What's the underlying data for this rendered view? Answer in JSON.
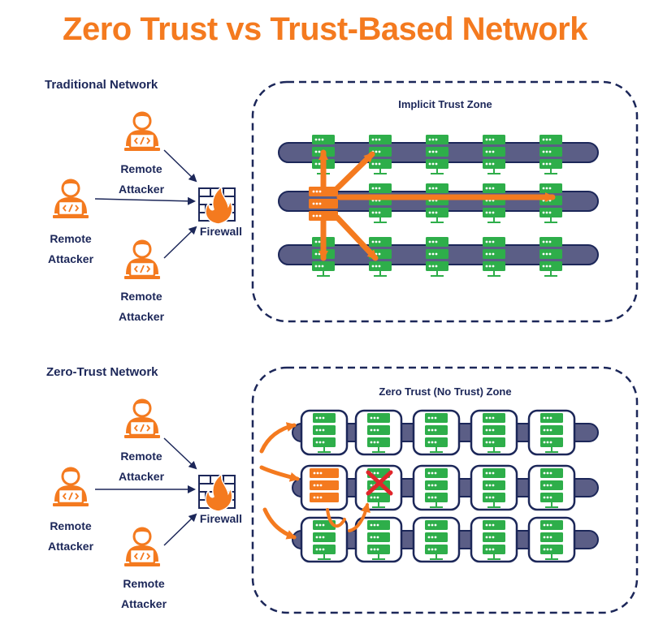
{
  "title": "Zero Trust vs Trust-Based Network",
  "traditional": {
    "heading": "Traditional Network",
    "zone_title": "Implicit Trust Zone",
    "attacker_line1": "Remote",
    "attacker_line2": "Attacker",
    "firewall": "Firewall"
  },
  "zero_trust": {
    "heading": "Zero-Trust Network",
    "zone_title": "Zero Trust (No Trust) Zone",
    "attacker_line1": "Remote",
    "attacker_line2": "Attacker",
    "firewall": "Firewall"
  },
  "colors": {
    "accent": "#f47a1f",
    "navy": "#1c2759",
    "server_green": "#2eae4a",
    "pipe": "#5b5e86",
    "denied": "#e0262b"
  }
}
